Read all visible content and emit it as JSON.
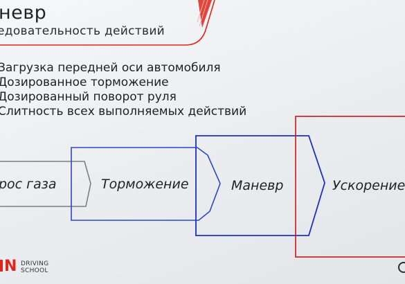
{
  "slide": {
    "title": "невр",
    "subtitle": "едовательность действий",
    "bullets": [
      "Загрузка передней оси автомобиля",
      "Дозированное торможение",
      "Дозированный поворот руля",
      "Слитность всех выполняемых действий"
    ],
    "flow_steps": [
      {
        "label": "рос газа",
        "outline_color": "#7a7d85"
      },
      {
        "label": "Торможение",
        "outline_color": "#2b46c9"
      },
      {
        "label": "Маневр",
        "outline_color": "#1b2fc4"
      },
      {
        "label": "Ускорение",
        "outline_color": "#c8151b"
      }
    ],
    "logo": {
      "mark": "N",
      "line1": "DRIVING",
      "line2": "SCHOOL"
    },
    "colors": {
      "accent_red": "#e1251b",
      "blue": "#2b46c9",
      "gray": "#7a7d85"
    }
  }
}
